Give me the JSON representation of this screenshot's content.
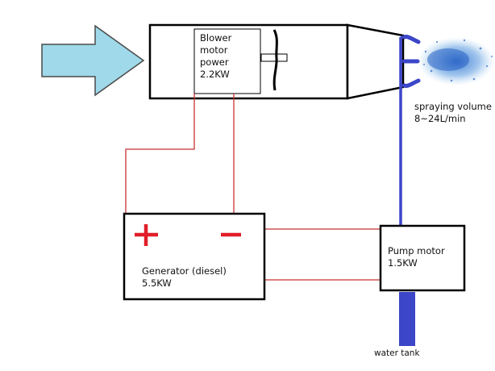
{
  "blower": {
    "line1": "Blower",
    "line2": "motor",
    "line3": "power",
    "line4": "2.2KW"
  },
  "spray": {
    "line1": "spraying volume",
    "line2": "8~24L/min"
  },
  "generator": {
    "line1": "Generator (diesel)",
    "line2": "5.5KW"
  },
  "pump": {
    "line1": "Pump motor",
    "line2": "1.5KW"
  },
  "tank": {
    "label": "water tank"
  },
  "colors": {
    "wire": "#c83232",
    "water_pipe": "#3c46c8",
    "airflow_arrow": "#9fd9ea",
    "plus_minus": "#e01e28",
    "outline": "#000000"
  },
  "icons": {
    "airflow": "airflow-arrow-icon",
    "fan": "fan-blade-icon",
    "plus": "plus-icon",
    "minus": "minus-icon",
    "mist": "spray-mist-icon"
  }
}
